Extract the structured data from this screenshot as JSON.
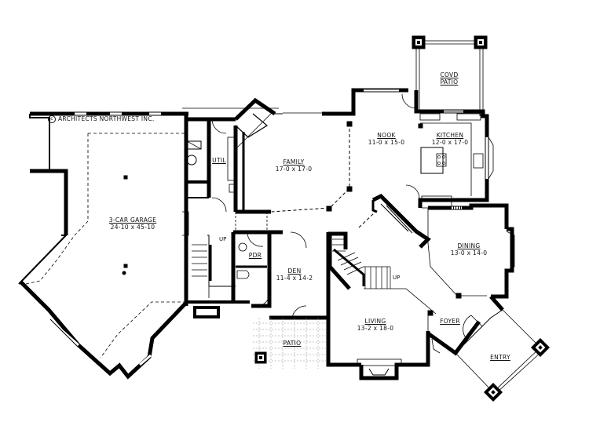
{
  "copyright": {
    "symbol": "c",
    "text": "ARCHITECTS NORTHWEST INC."
  },
  "rooms": {
    "covd_patio": {
      "name_line1": "COVD",
      "name_line2": "PATIO"
    },
    "nook": {
      "name": "NOOK",
      "dims": "11-0 x 15-0"
    },
    "kitchen": {
      "name": "KITCHEN",
      "dims": "12-0 x 17-0"
    },
    "family": {
      "name": "FAMILY",
      "dims": "17-0 x 17-0"
    },
    "util": {
      "name": "UTIL"
    },
    "garage": {
      "name": "3-CAR GARAGE",
      "dims": "24-10 x 45-10"
    },
    "pdr": {
      "name": "PDR"
    },
    "den": {
      "name": "DEN",
      "dims": "11-4 x 14-2"
    },
    "dining": {
      "name": "DINING",
      "dims": "13-0 x 14-0"
    },
    "living": {
      "name": "LIVING",
      "dims": "13-2 x 18-0"
    },
    "foyer": {
      "name": "FOYER"
    },
    "entry": {
      "name": "ENTRY"
    },
    "patio": {
      "name": "PATIO"
    }
  },
  "stairs": {
    "up_left": "UP",
    "up_right": "UP"
  },
  "colors": {
    "wall": "#000000",
    "thin": "#222222",
    "background": "#ffffff"
  }
}
